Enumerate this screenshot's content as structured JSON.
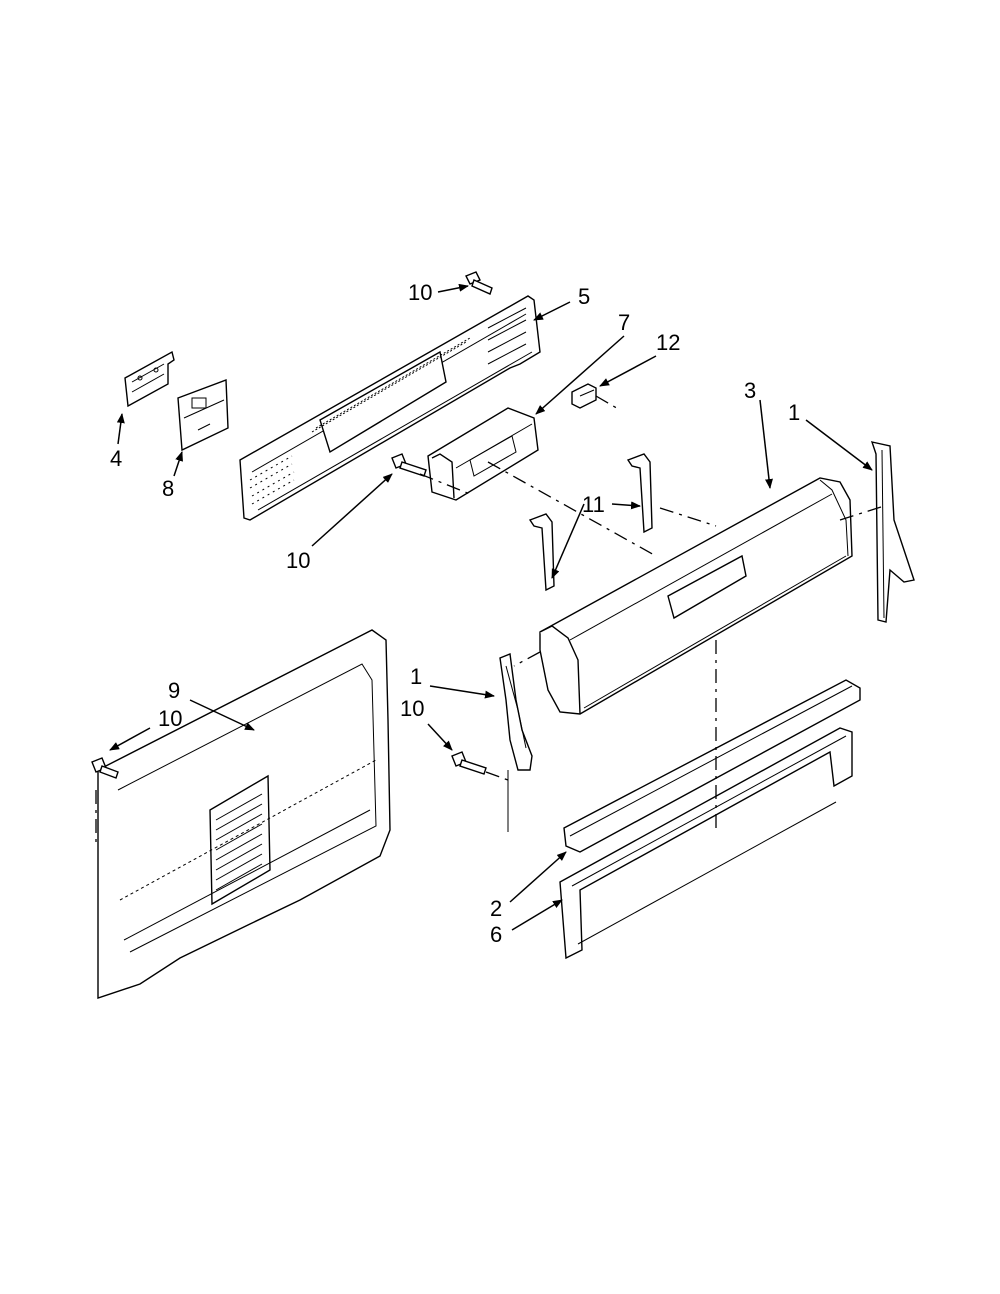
{
  "callouts": {
    "c1_top": "1",
    "c1_mid": "1",
    "c2": "2",
    "c3": "3",
    "c4": "4",
    "c5": "5",
    "c6": "6",
    "c7": "7",
    "c8": "8",
    "c9": "9",
    "c10_top": "10",
    "c10_left": "10",
    "c10_mid": "10",
    "c10_bottom": "10",
    "c11": "11",
    "c12": "12"
  }
}
